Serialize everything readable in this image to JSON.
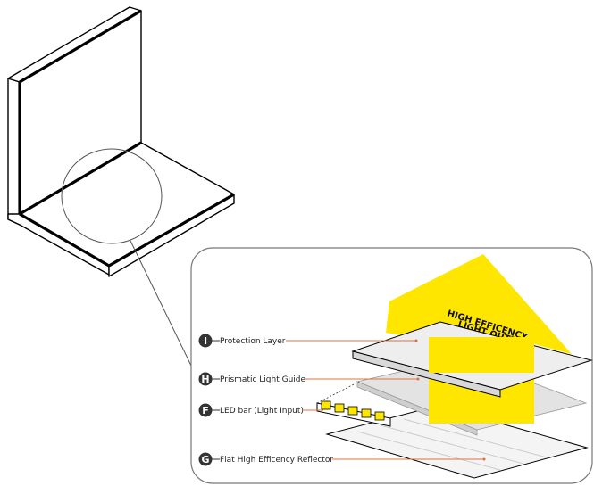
{
  "headline": {
    "line1": "HIGH EFFICENCY",
    "line2": "LIGHT OUTPUT"
  },
  "layers": [
    {
      "marker": "I",
      "label": "Protection Layer"
    },
    {
      "marker": "H",
      "label": "Prismatic Light Guide"
    },
    {
      "marker": "F",
      "label": "LED bar (Light Input)"
    },
    {
      "marker": "G",
      "label": "Flat High Efficency Reflector"
    }
  ],
  "colors": {
    "accent_yellow": "#ffe600",
    "leader_orange": "#e07040",
    "marker_fill": "#333333",
    "outline": "#000000",
    "callout_border": "#777777"
  }
}
